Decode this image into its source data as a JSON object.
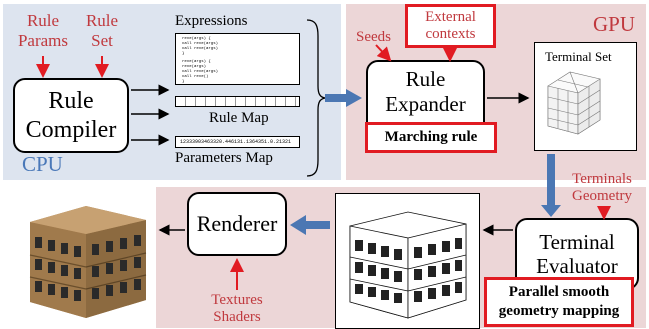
{
  "cpu": {
    "region_label": "CPU",
    "rule_params": "Rule\nParams",
    "rule_set": "Rule\nSet",
    "compiler": "Rule\nCompiler",
    "expressions_title": "Expressions",
    "expressions_code_1": "rexe(args) {\ncall rexe(args)\ncall rexe(args)\n}",
    "expressions_code_2": "rexe(args) {\nrexe(args)\ncall rexe(args)\ncall rexe()\n}",
    "rule_map_label": "Rule Map",
    "parameters_map_value": "12333903463320.446131.1364351.0.21321",
    "parameters_map_label": "Parameters Map"
  },
  "gpu": {
    "region_label": "GPU",
    "seeds": "Seeds",
    "external_contexts": "External\ncontexts",
    "rule_expander": "Rule\nExpander",
    "marching_rule": "Marching rule",
    "terminal_set": "Terminal Set",
    "terminals_geometry": "Terminals\nGeometry",
    "terminal_evaluator": "Terminal\nEvaluator",
    "parallel_mapping": "Parallel smooth\ngeometry mapping",
    "renderer": "Renderer",
    "textures_shaders": "Textures\nShaders"
  },
  "colors": {
    "cpu_bg": "#dde4ef",
    "gpu_bg": "#ecd6d7",
    "red": "#e11b22",
    "label_red": "#c0393e",
    "cpu_blue": "#4a78b8",
    "arrow_blue": "#4b77b3"
  }
}
